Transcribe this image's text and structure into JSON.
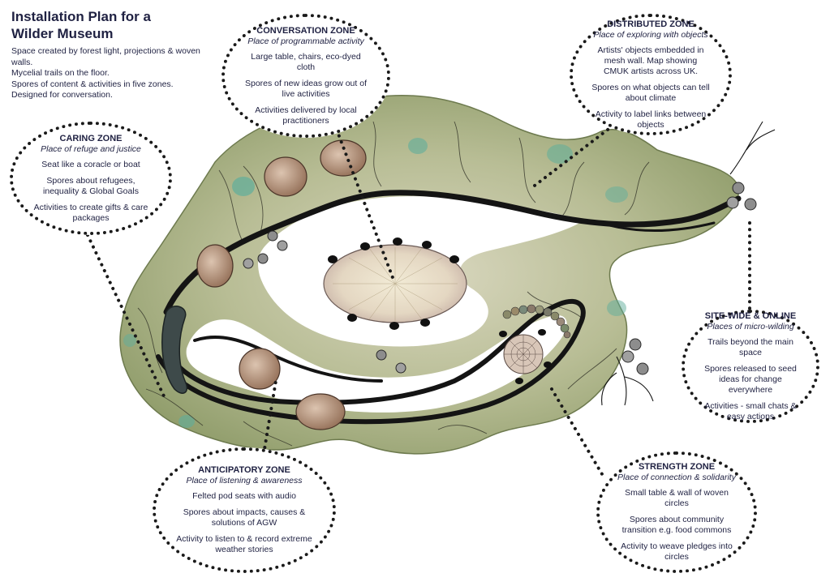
{
  "title": "Installation Plan for a Wilder Museum",
  "intro": [
    "Space created by forest light, projections & woven walls.",
    "Mycelial trails on the floor.",
    "Spores of content & activities in five zones.",
    "Designed for conversation."
  ],
  "zones": {
    "conversation": {
      "name": "CONVERSATION ZONE",
      "subtitle": "Place of programmable activity",
      "items": [
        "Large table, chairs, eco-dyed cloth",
        "Spores of new ideas grow out of live activities",
        "Activities delivered by local practitioners"
      ]
    },
    "distributed": {
      "name": "DISTRIBUTED ZONE",
      "subtitle": "Place of exploring with objects",
      "items": [
        "Artists' objects embedded in mesh wall. Map showing CMUK artists across UK.",
        "Spores on what objects can tell about climate",
        "Activity to label links between objects"
      ]
    },
    "caring": {
      "name": "CARING ZONE",
      "subtitle": "Place of refuge and justice",
      "items": [
        "Seat like a coracle or boat",
        "Spores about refugees, inequality & Global Goals",
        "Activities to create gifts & care packages"
      ]
    },
    "site_wide": {
      "name": "SITE-WIDE & ONLINE",
      "subtitle": "Places of micro-wilding",
      "items": [
        "Trails beyond the main space",
        "Spores released to seed ideas for change everywhere",
        "Activities - small chats & easy actions"
      ]
    },
    "anticipatory": {
      "name": "ANTICIPATORY ZONE",
      "subtitle": "Place of listening & awareness",
      "items": [
        "Felted pod seats with audio",
        "Spores about impacts, causes & solutions of AGW",
        "Activity to listen to & record extreme weather stories"
      ]
    },
    "strength": {
      "name": "STRENGTH ZONE",
      "subtitle": "Place of connection & solidarity",
      "items": [
        "Small table & wall of woven circles",
        "Spores about community transition e.g. food commons",
        "Activity to weave pledges into circles"
      ]
    }
  },
  "colors": {
    "text": "#1f2142",
    "moss": "#a8b48a",
    "moss_dark": "#7f8f5c",
    "teal_patch": "#5fae9b",
    "trail": "#141414",
    "pod": "#b48a6c",
    "table": "#e8dcc8"
  }
}
